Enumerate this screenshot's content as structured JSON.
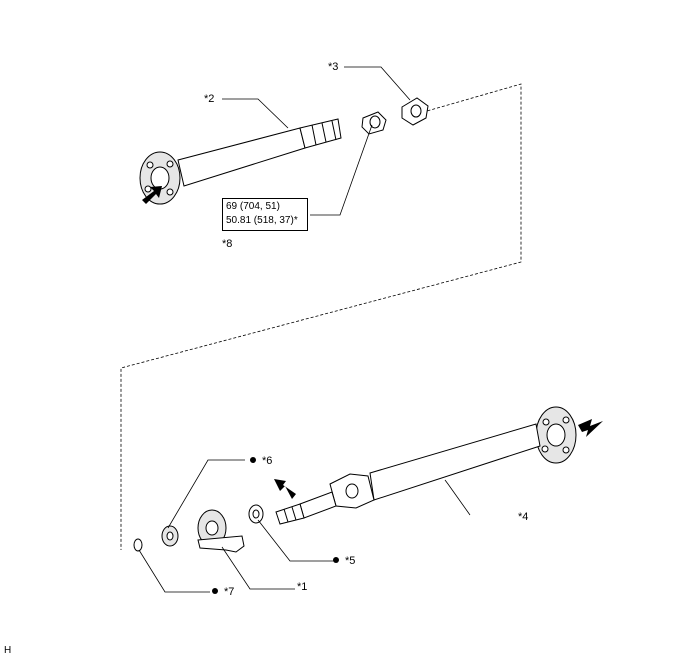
{
  "callouts": {
    "c1": "*1",
    "c2": "*2",
    "c3": "*3",
    "c4": "*4",
    "c5": "*5",
    "c6": "*6",
    "c7": "*7",
    "c8": "*8"
  },
  "torque": {
    "line1": "69 (704, 51)",
    "line2": "50.81 (518, 37)*"
  },
  "corner_mark": "H",
  "colors": {
    "line": "#000000",
    "fill": "#ffffff",
    "shade": "#d9d9d9"
  }
}
